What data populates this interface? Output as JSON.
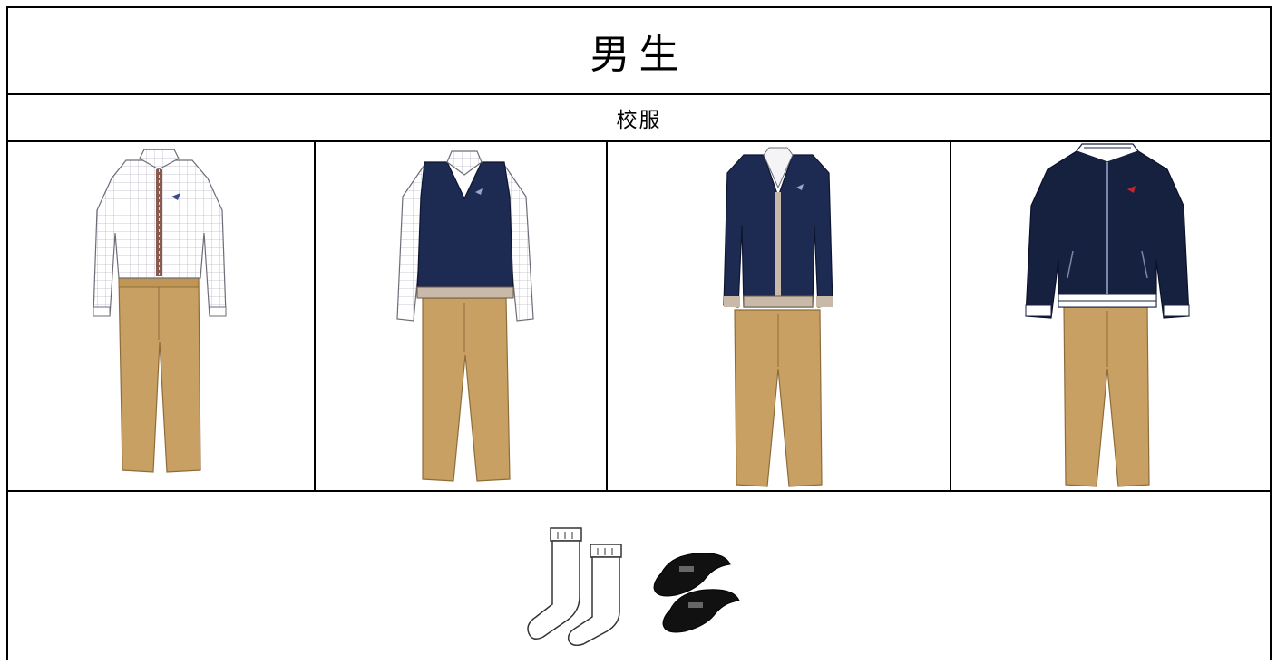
{
  "document": {
    "title": "男生",
    "subtitle": "校服"
  },
  "outfits": [
    {
      "name": "long-sleeve-shirt-and-trousers",
      "top_color": "#f4f4f6",
      "trouser_color": "#c9a063"
    },
    {
      "name": "sweater-vest-outfit",
      "top_color": "#1d2a52",
      "trouser_color": "#c9a063"
    },
    {
      "name": "cardigan-outfit",
      "top_color": "#1d2a52",
      "trouser_color": "#c9a063"
    },
    {
      "name": "zip-jacket-outfit",
      "top_color": "#16213f",
      "trouser_color": "#c9a063"
    }
  ],
  "accessories": [
    "socks-icon",
    "leather-shoes-icon"
  ],
  "colors": {
    "navy": "#1d2a52",
    "khaki": "#c9a063",
    "badge_red": "#c1272d"
  }
}
